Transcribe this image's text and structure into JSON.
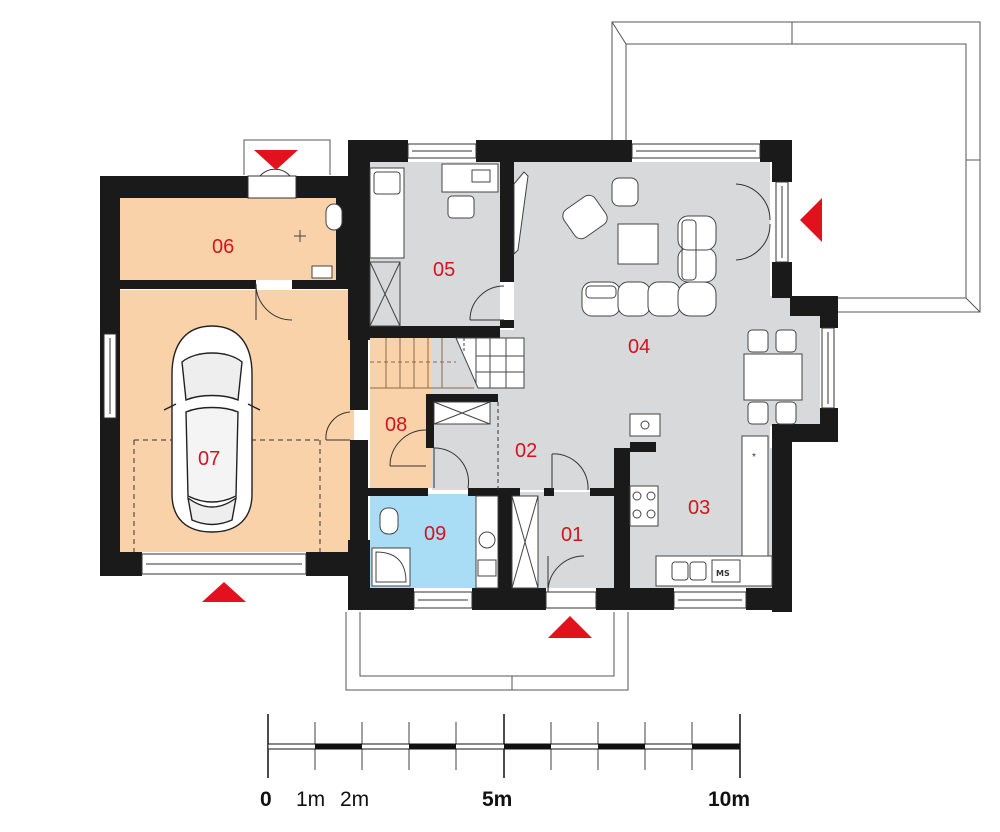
{
  "colors": {
    "wall": "#1a1a1a",
    "garage_fill": "#f9d2aa",
    "living_fill": "#d7d9da",
    "bathroom_fill": "#a9ddf6",
    "label_color": "#d4141c",
    "entrance_marker": "#e3101e"
  },
  "rooms": [
    {
      "id": "01",
      "label": "01"
    },
    {
      "id": "02",
      "label": "02"
    },
    {
      "id": "03",
      "label": "03"
    },
    {
      "id": "04",
      "label": "04"
    },
    {
      "id": "05",
      "label": "05"
    },
    {
      "id": "06",
      "label": "06"
    },
    {
      "id": "07",
      "label": "07"
    },
    {
      "id": "08",
      "label": "08"
    },
    {
      "id": "09",
      "label": "09"
    }
  ],
  "appliance_label": "MS",
  "scale_bar": {
    "labels": [
      {
        "text": "0",
        "bold": true
      },
      {
        "text": "1m",
        "bold": false
      },
      {
        "text": "2m",
        "bold": false
      },
      {
        "text": "5m",
        "bold": true
      },
      {
        "text": "10m",
        "bold": true
      }
    ]
  },
  "icons": [
    "car-icon",
    "sofa-icon",
    "dining-table-icon",
    "entrance-arrow-icon",
    "door-swing-icon",
    "stairs-icon"
  ]
}
